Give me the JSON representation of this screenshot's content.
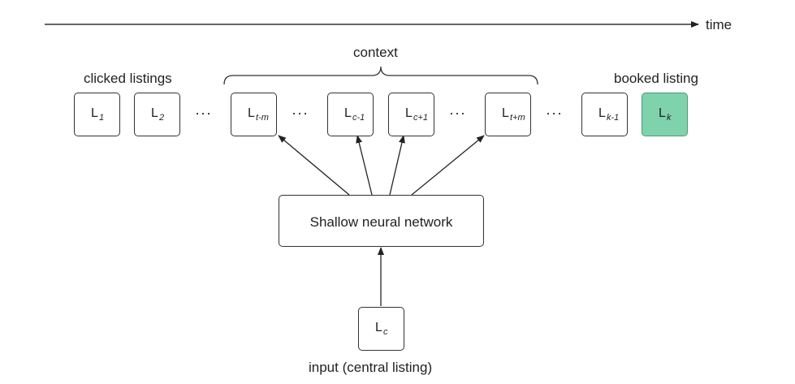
{
  "timeline": {
    "label": "time"
  },
  "labels": {
    "context": "context",
    "clicked": "clicked listings",
    "booked": "booked listing",
    "input": "input (central listing)"
  },
  "network": {
    "label": "Shallow neural network"
  },
  "ellipsis": "···",
  "nodes": [
    {
      "main": "L",
      "sub": "1"
    },
    {
      "main": "L",
      "sub": "2"
    },
    {
      "main": "L",
      "sub": "t-m"
    },
    {
      "main": "L",
      "sub": "c-1"
    },
    {
      "main": "L",
      "sub": "c+1"
    },
    {
      "main": "L",
      "sub": "t+m"
    },
    {
      "main": "L",
      "sub": "k-1"
    },
    {
      "main": "L",
      "sub": "k"
    }
  ],
  "input_node": {
    "main": "L",
    "sub": "c"
  },
  "colors": {
    "booked_fill": "#7ed3ad",
    "stroke": "#333333",
    "text": "#222222"
  }
}
